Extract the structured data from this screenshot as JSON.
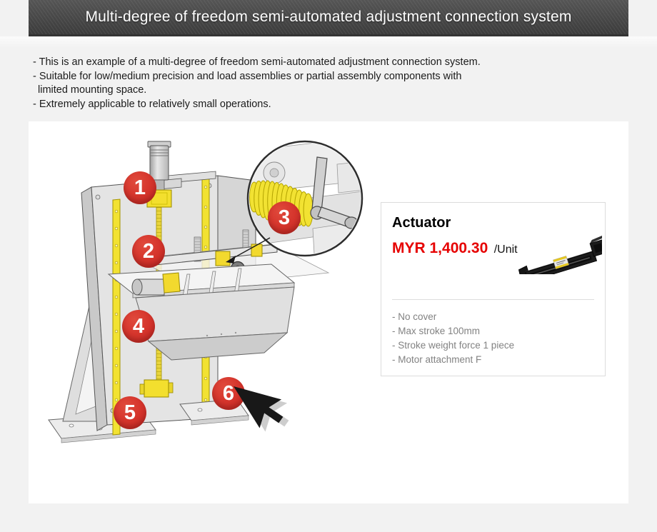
{
  "header": {
    "title": "Multi-degree of freedom semi-automated adjustment connection system"
  },
  "description": {
    "lines": [
      "- This is an example of a multi-degree of freedom semi-automated adjustment connection system.",
      "- Suitable for low/medium precision and load assemblies or partial assembly components with",
      "limited mounting space.",
      "- Extremely applicable to relatively small operations."
    ]
  },
  "diagram": {
    "badges": [
      {
        "label": "1"
      },
      {
        "label": "2"
      },
      {
        "label": "3"
      },
      {
        "label": "4"
      },
      {
        "label": "5"
      },
      {
        "label": "6"
      }
    ],
    "badge_color": "#d6362d",
    "rail_color": "#f2e232",
    "inset_content": "coil-spring-with-crank-handle",
    "cursor_icon": "arrow-pointer"
  },
  "product_card": {
    "title": "Actuator",
    "price": "MYR 1,400.30",
    "unit": "/Unit",
    "price_color": "#e60000",
    "specs": [
      "- No cover",
      "- Max stroke 100mm",
      "- Stroke weight force 1 piece",
      "- Motor attachment F"
    ]
  }
}
